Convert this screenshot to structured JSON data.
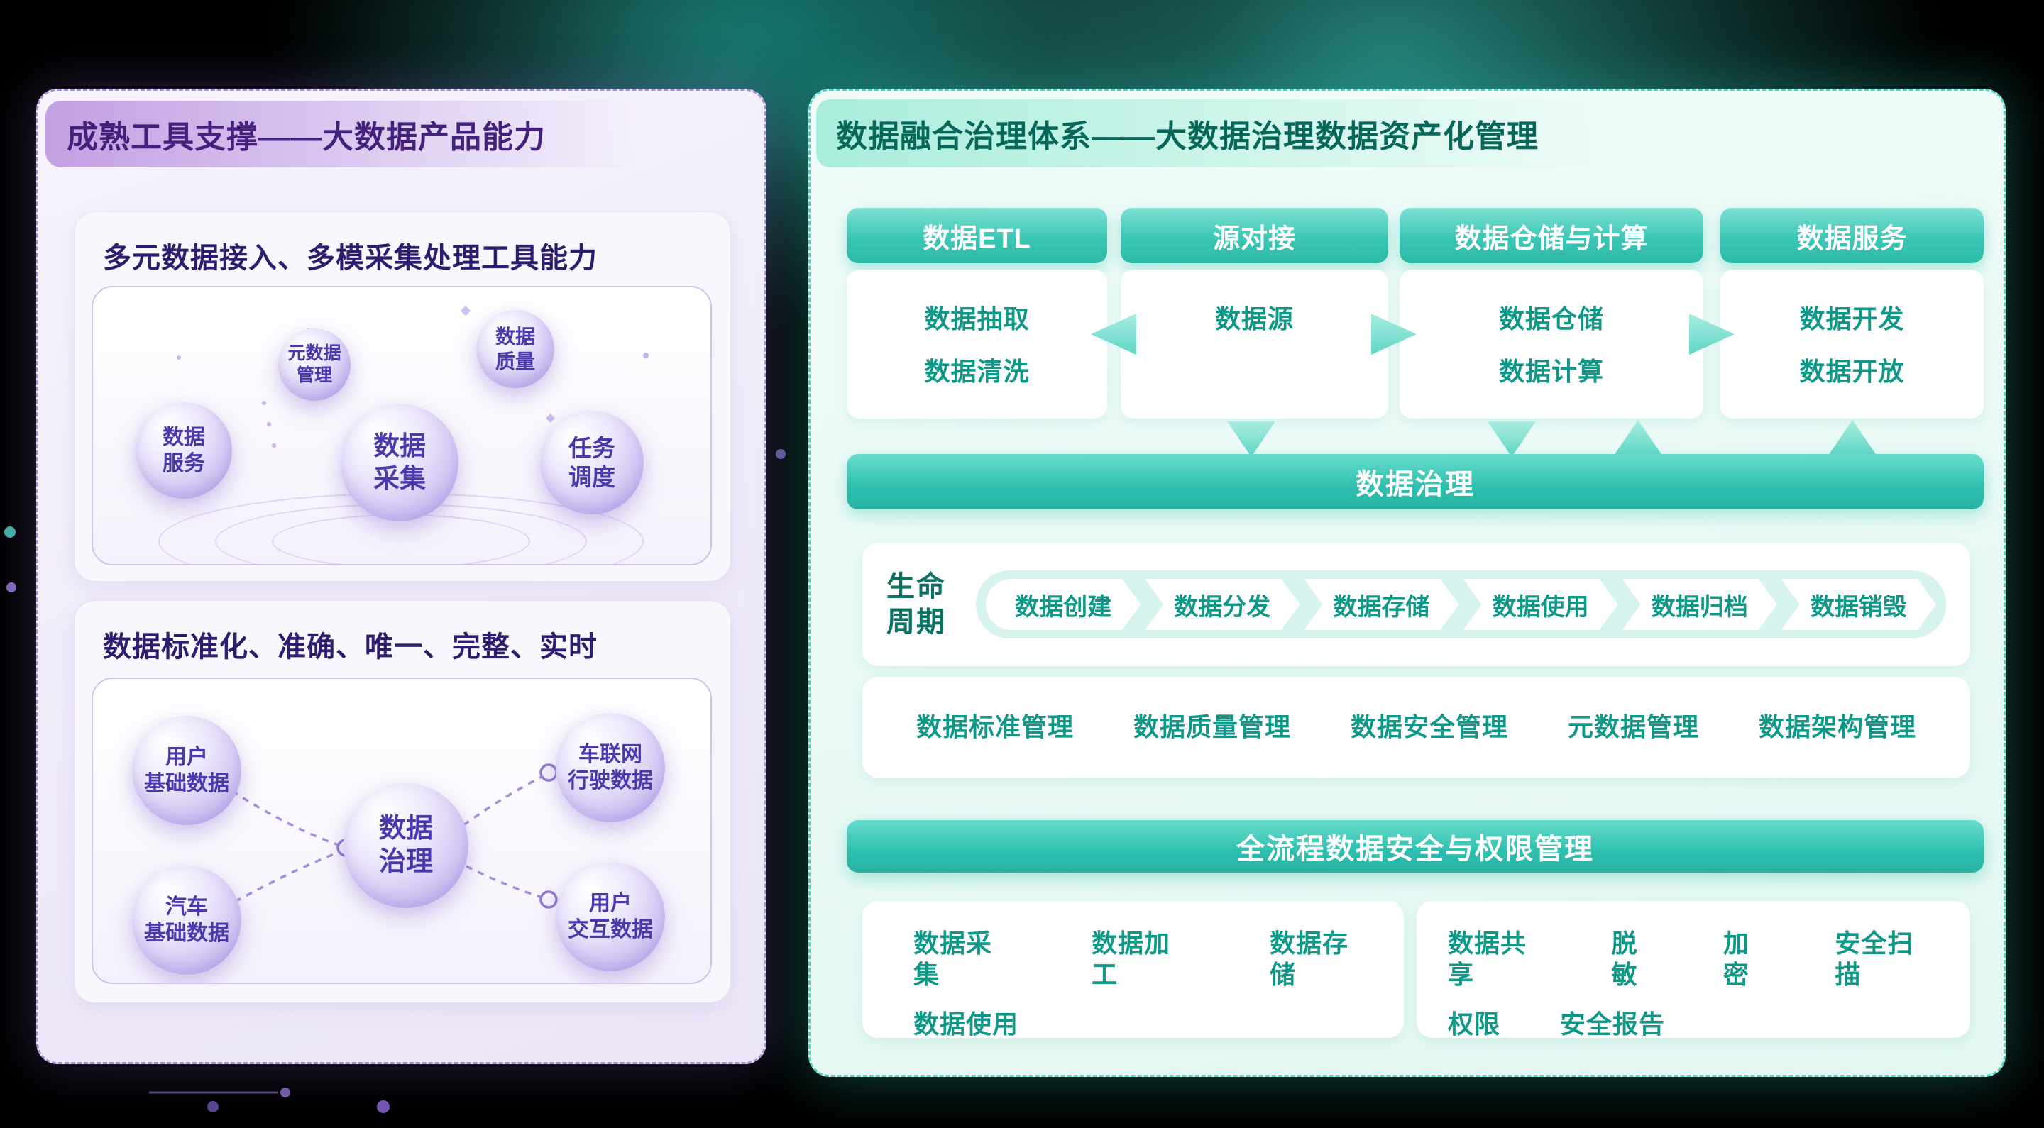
{
  "colors": {
    "purple_accent": "#6a4fc0",
    "purple_text": "#3f2a8c",
    "teal_accent": "#2cc5b4",
    "teal_text": "#0f9888"
  },
  "left_panel": {
    "title": "成熟工具支撑——大数据产品能力",
    "section1": {
      "title": "多元数据接入、多模采集处理工具能力",
      "bubbles": [
        {
          "label": "数据\n服务"
        },
        {
          "label": "元数据\n管理"
        },
        {
          "label": "数据\n采集"
        },
        {
          "label": "数据\n质量"
        },
        {
          "label": "任务\n调度"
        }
      ]
    },
    "section2": {
      "title": "数据标准化、准确、唯一、完整、实时",
      "center": "数据\n治理",
      "bubbles": [
        {
          "label": "用户\n基础数据"
        },
        {
          "label": "车联网\n行驶数据"
        },
        {
          "label": "汽车\n基础数据"
        },
        {
          "label": "用户\n交互数据"
        }
      ]
    }
  },
  "right_panel": {
    "title": "数据融合治理体系——大数据治理数据资产化管理",
    "columns": [
      {
        "header": "数据ETL",
        "items": [
          "数据抽取",
          "数据清洗"
        ]
      },
      {
        "header": "源对接",
        "items": [
          "数据源"
        ]
      },
      {
        "header": "数据仓储与计算",
        "items": [
          "数据仓储",
          "数据计算"
        ]
      },
      {
        "header": "数据服务",
        "items": [
          "数据开发",
          "数据开放"
        ]
      }
    ],
    "governance_label": "数据治理",
    "lifecycle": {
      "label": "生命\n周期",
      "stages": [
        "数据创建",
        "数据分发",
        "数据存储",
        "数据使用",
        "数据归档",
        "数据销毁"
      ]
    },
    "management": [
      "数据标准管理",
      "数据质量管理",
      "数据安全管理",
      "元数据管理",
      "数据架构管理"
    ],
    "security_title": "全流程数据安全与权限管理",
    "security_left": {
      "row1": [
        "数据采集",
        "数据加工",
        "数据存储"
      ],
      "row2": [
        "数据使用"
      ]
    },
    "security_right": {
      "row1": [
        "数据共享",
        "脱敏",
        "加密",
        "安全扫描"
      ],
      "row2": [
        "权限",
        "安全报告"
      ]
    }
  }
}
